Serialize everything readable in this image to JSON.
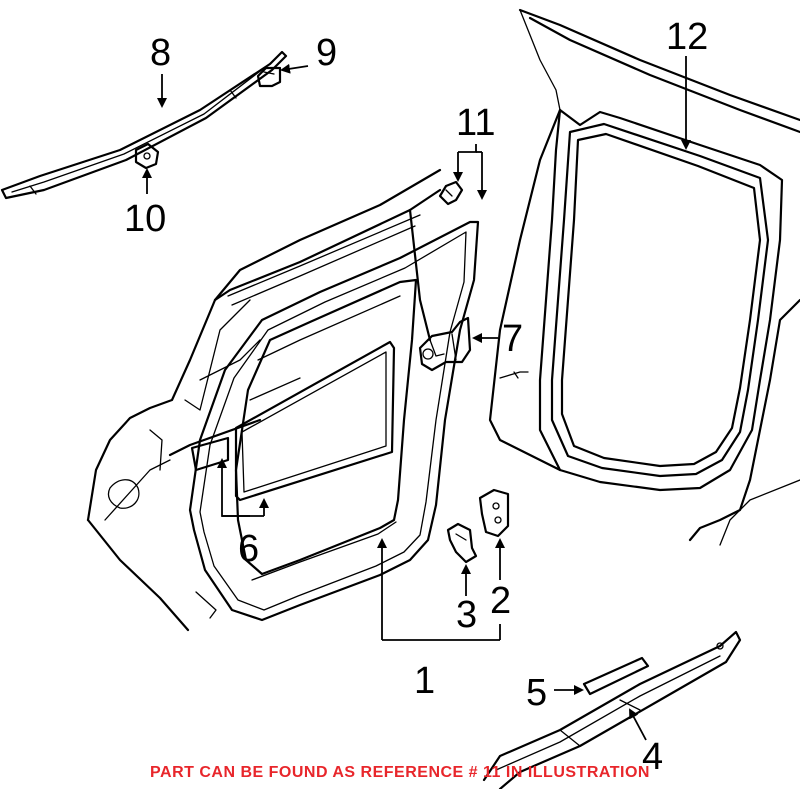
{
  "callouts": {
    "n1": "1",
    "n2": "2",
    "n3": "3",
    "n4": "4",
    "n5": "5",
    "n6": "6",
    "n7": "7",
    "n8": "8",
    "n9": "9",
    "n10": "10",
    "n11": "11",
    "n12": "12"
  },
  "caption": "PART CAN BE FOUND AS REFERENCE # 11 IN ILLUSTRATION",
  "colors": {
    "caption": "#e8262b",
    "lines": "#000000",
    "background": "#ffffff"
  }
}
